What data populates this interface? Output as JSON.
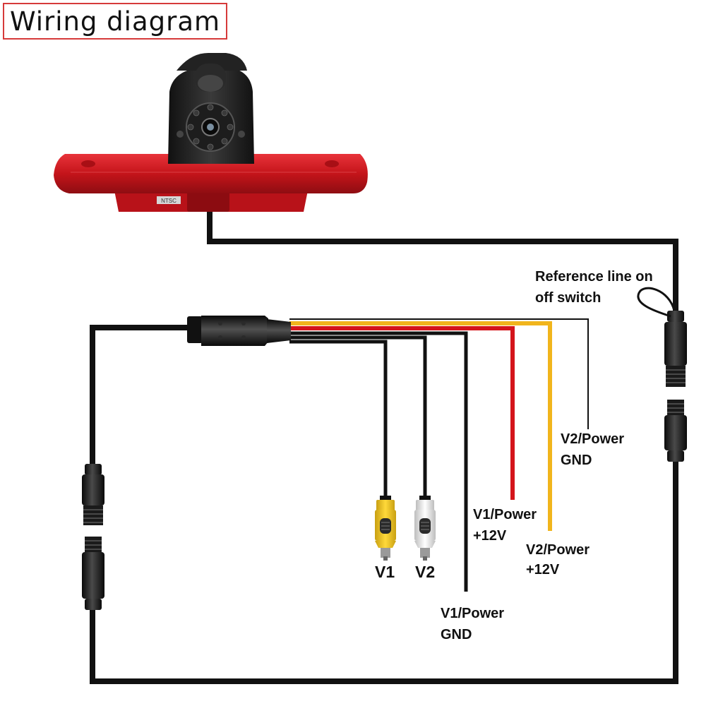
{
  "title": "Wiring diagram",
  "labels": {
    "reference_line_1": "Reference line on",
    "reference_line_2": "off switch",
    "v2_power_gnd_1": "V2/Power",
    "v2_power_gnd_2": "GND",
    "v1_power_12v_1": "V1/Power",
    "v1_power_12v_2": "+12V",
    "v2_power_12v_1": "V2/Power",
    "v2_power_12v_2": "+12V",
    "v1_power_gnd_1": "V1/Power",
    "v1_power_gnd_2": "GND",
    "v1": "V1",
    "v2": "V2"
  },
  "camera_badge": "NTSC",
  "colors": {
    "title_border": "#d63a3a",
    "lamp_red": "#d11a1f",
    "wire_black": "#111111",
    "wire_red": "#d4151b",
    "wire_yellow": "#f1b51c",
    "rca_yellow": "#f3c41a"
  }
}
